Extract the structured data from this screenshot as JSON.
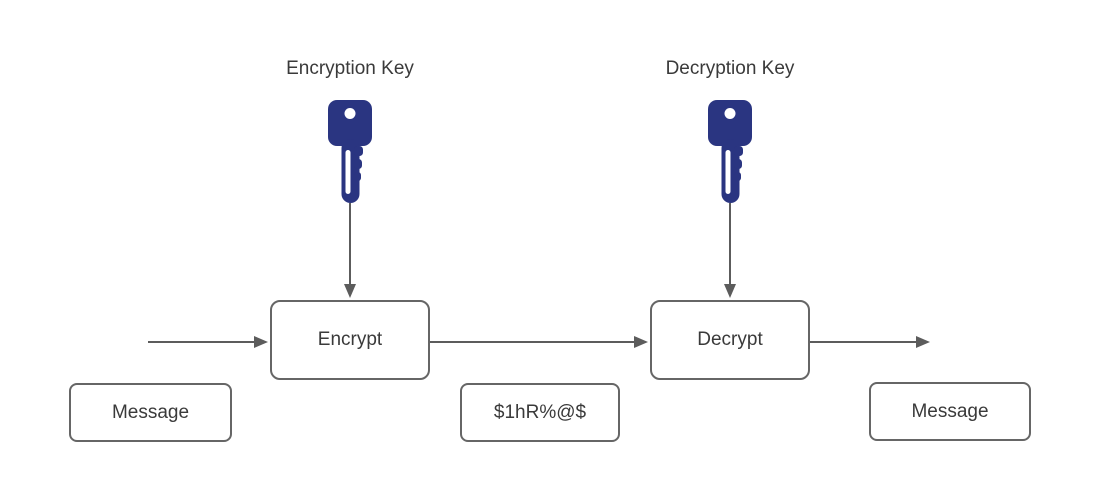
{
  "diagram": {
    "type": "flow-diagram",
    "subject": "encryption-decryption-process",
    "labels": {
      "encryption_key": "Encryption Key",
      "decryption_key": "Decryption Key"
    },
    "nodes": {
      "encrypt": "Encrypt",
      "decrypt": "Decrypt",
      "message_input": "Message",
      "ciphertext": "$1hR%@$",
      "message_output": "Message"
    },
    "icons": {
      "encryption_key": "key-icon",
      "decryption_key": "key-icon"
    },
    "edges": [
      "input-to-encrypt",
      "encryption-key-to-encrypt",
      "encrypt-to-decrypt",
      "decryption-key-to-decrypt",
      "decrypt-to-output"
    ],
    "colors": {
      "key_fill": "#2a3581",
      "key_hole": "#ffffff",
      "box_border": "#666666",
      "arrow": "#5c5c5c",
      "text": "#3a3a3a",
      "background": "#ffffff"
    }
  }
}
